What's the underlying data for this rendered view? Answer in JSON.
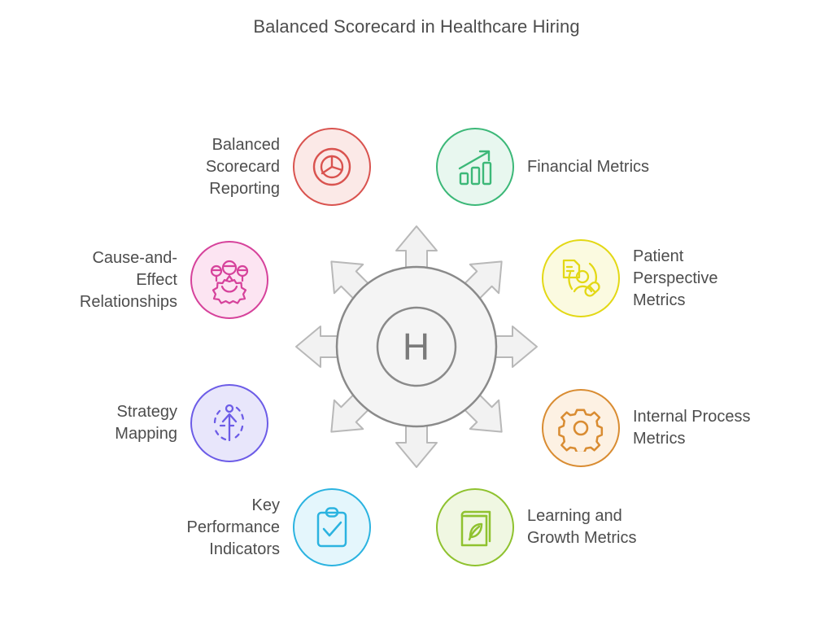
{
  "title": "Balanced Scorecard in Healthcare Hiring",
  "hub": {
    "letter": "H",
    "name": "healthcare-hub",
    "outer_fill": "#f4f4f4",
    "stroke": "#8a8a8a",
    "arrow_fill": "#f2f2f2",
    "arrow_count": 8
  },
  "background": "#ffffff",
  "text_color": "#4d4d4d",
  "nodes": [
    {
      "id": "balanced-scorecard-reporting",
      "label": "Balanced\nScorecard\nReporting",
      "icon": "pie-chart-icon",
      "color": "#d9534f",
      "fill": "#fbe9e7",
      "side": "left"
    },
    {
      "id": "financial-metrics",
      "label": "Financial Metrics",
      "icon": "bar-chart-growth-icon",
      "color": "#3cb878",
      "fill": "#e8f7ef",
      "side": "right"
    },
    {
      "id": "cause-and-effect-relationships",
      "label": "Cause-and-\nEffect\nRelationships",
      "icon": "people-gear-icon",
      "color": "#d6429b",
      "fill": "#fce4f2",
      "side": "left"
    },
    {
      "id": "patient-perspective-metrics",
      "label": "Patient\nPerspective\nMetrics",
      "icon": "patient-record-icon",
      "color": "#e3d815",
      "fill": "#fbfae0",
      "side": "right"
    },
    {
      "id": "strategy-mapping",
      "label": "Strategy\nMapping",
      "icon": "strategy-arrow-icon",
      "color": "#6c5ce7",
      "fill": "#e8e6fb",
      "side": "left"
    },
    {
      "id": "internal-process-metrics",
      "label": "Internal Process\nMetrics",
      "icon": "gear-icon",
      "color": "#d98c32",
      "fill": "#fdf1e3",
      "side": "right"
    },
    {
      "id": "key-performance-indicators",
      "label": "Key\nPerformance\nIndicators",
      "icon": "clipboard-check-icon",
      "color": "#2bb3e0",
      "fill": "#e4f6fc",
      "side": "left"
    },
    {
      "id": "learning-and-growth-metrics",
      "label": "Learning and\nGrowth Metrics",
      "icon": "book-leaf-icon",
      "color": "#8fc22f",
      "fill": "#f0f7e2",
      "side": "right"
    }
  ]
}
